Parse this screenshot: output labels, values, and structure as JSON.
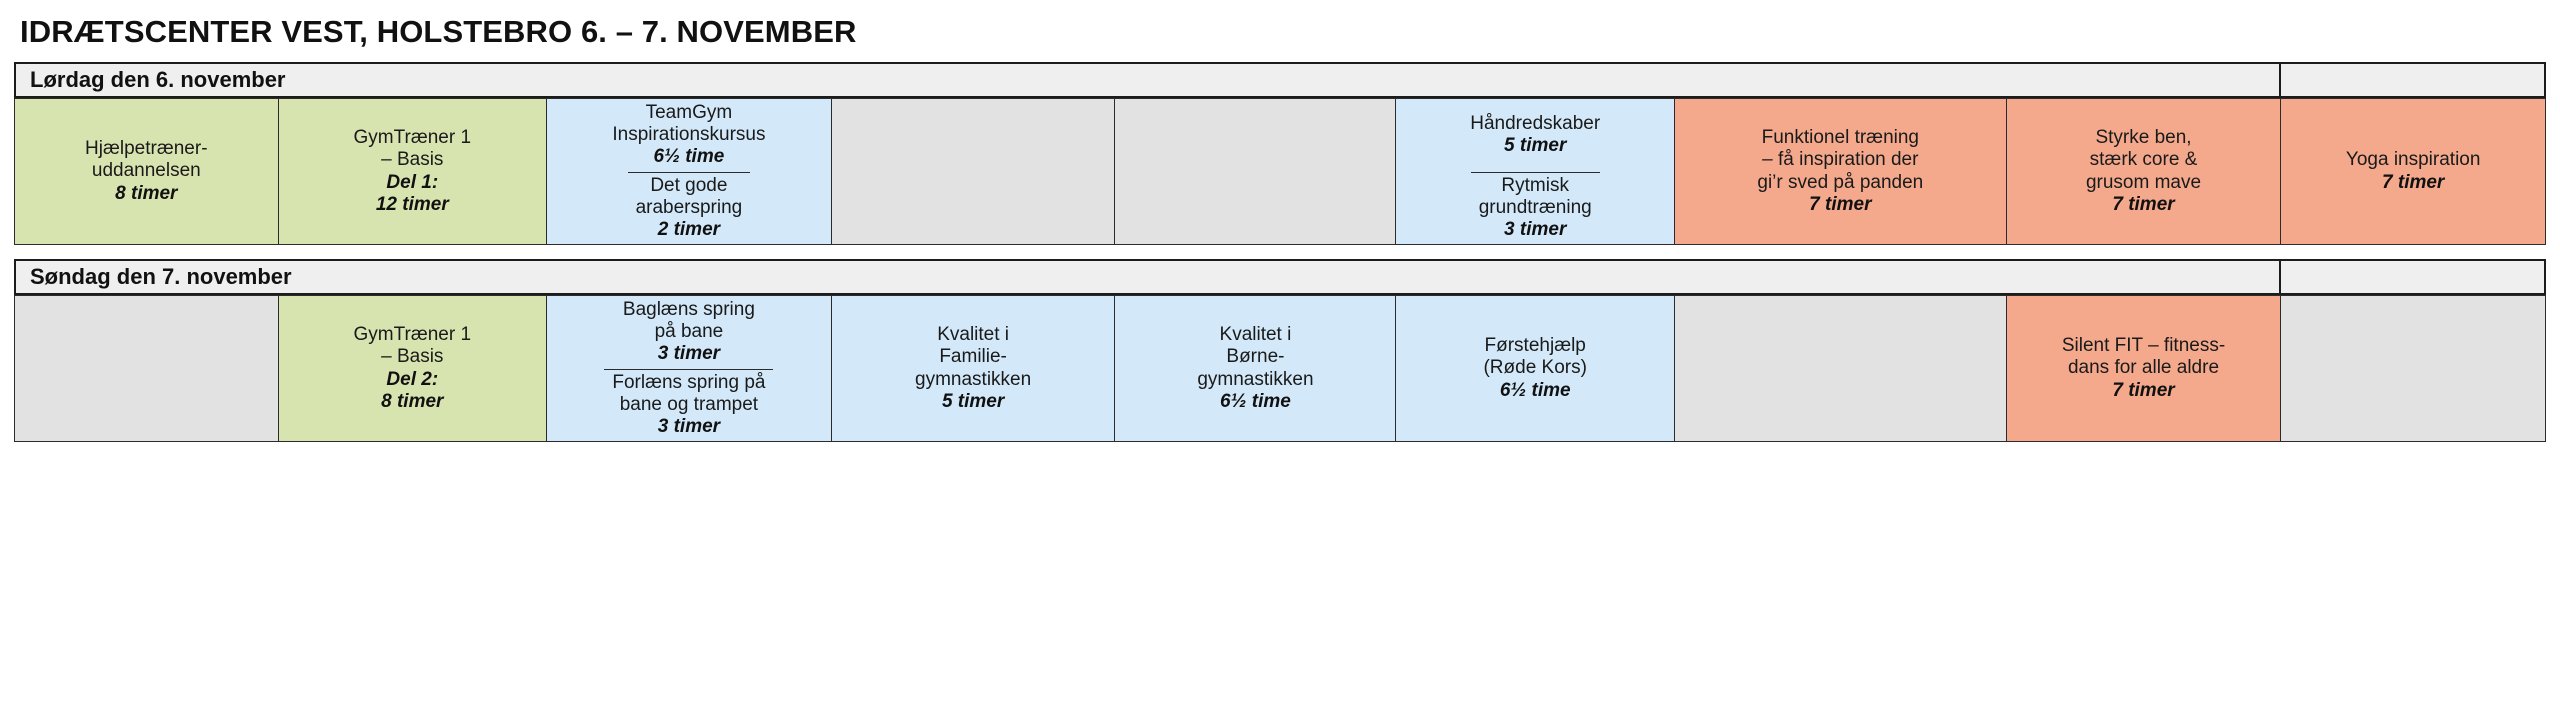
{
  "title": "IDRÆTSCENTER VEST, HOLSTEBRO  6. – 7. NOVEMBER",
  "colors": {
    "green": "#d8e4b0",
    "blue": "#d3e9f9",
    "salmon": "#f4a98d",
    "empty": "#e2e2e2",
    "header": "#efefef",
    "border": "#2b2b2b"
  },
  "days": [
    {
      "header": "Lørdag den 6. november",
      "cells": [
        {
          "color": "green",
          "title": "Hjælpetræner-\nuddannelsen",
          "hours": "8 timer"
        },
        {
          "color": "green",
          "title": "GymTræner 1\n– Basis",
          "hours": "Del 1:\n12 timer"
        },
        {
          "color": "blue",
          "split": true,
          "parts": [
            {
              "title": "TeamGym\nInspirationskursus",
              "hours": "6½ time"
            },
            {
              "title": "Det gode\naraberspring",
              "hours": "2 timer"
            }
          ]
        },
        {
          "color": "empty",
          "title": "",
          "hours": ""
        },
        {
          "color": "empty",
          "title": "",
          "hours": ""
        },
        {
          "color": "blue",
          "split": true,
          "parts": [
            {
              "title": "Håndredskaber",
              "hours": "5 timer"
            },
            {
              "title": "Rytmisk\ngrundtræning",
              "hours": "3 timer"
            }
          ]
        },
        {
          "color": "salmon",
          "title": "Funktionel træning\n– få inspiration der\ngi’r sved på panden",
          "hours": "7 timer"
        },
        {
          "color": "salmon",
          "title": "Styrke ben,\nstærk core &\ngrusom mave",
          "hours": "7 timer"
        },
        {
          "color": "salmon",
          "title": "Yoga inspiration",
          "hours": "7 timer"
        }
      ]
    },
    {
      "header": "Søndag den 7. november",
      "cells": [
        {
          "color": "empty",
          "title": "",
          "hours": ""
        },
        {
          "color": "green",
          "title": "GymTræner 1\n– Basis",
          "hours": "Del 2:\n8 timer"
        },
        {
          "color": "blue",
          "split": true,
          "parts": [
            {
              "title": "Baglæns spring\npå bane",
              "hours": "3 timer"
            },
            {
              "title": "Forlæns spring på\nbane og trampet",
              "hours": "3 timer"
            }
          ]
        },
        {
          "color": "blue",
          "title": "Kvalitet i\nFamilie-\ngymnastikken",
          "hours": "5 timer"
        },
        {
          "color": "blue",
          "title": "Kvalitet i\nBørne-\ngymnastikken",
          "hours": "6½ time"
        },
        {
          "color": "blue",
          "title": "Førstehjælp\n(Røde Kors)",
          "hours": "6½ time"
        },
        {
          "color": "empty",
          "title": "",
          "hours": ""
        },
        {
          "color": "salmon",
          "title": "Silent FIT – fitness-\ndans for alle aldre",
          "hours": "7 timer"
        },
        {
          "color": "empty",
          "title": "",
          "hours": ""
        }
      ]
    }
  ]
}
